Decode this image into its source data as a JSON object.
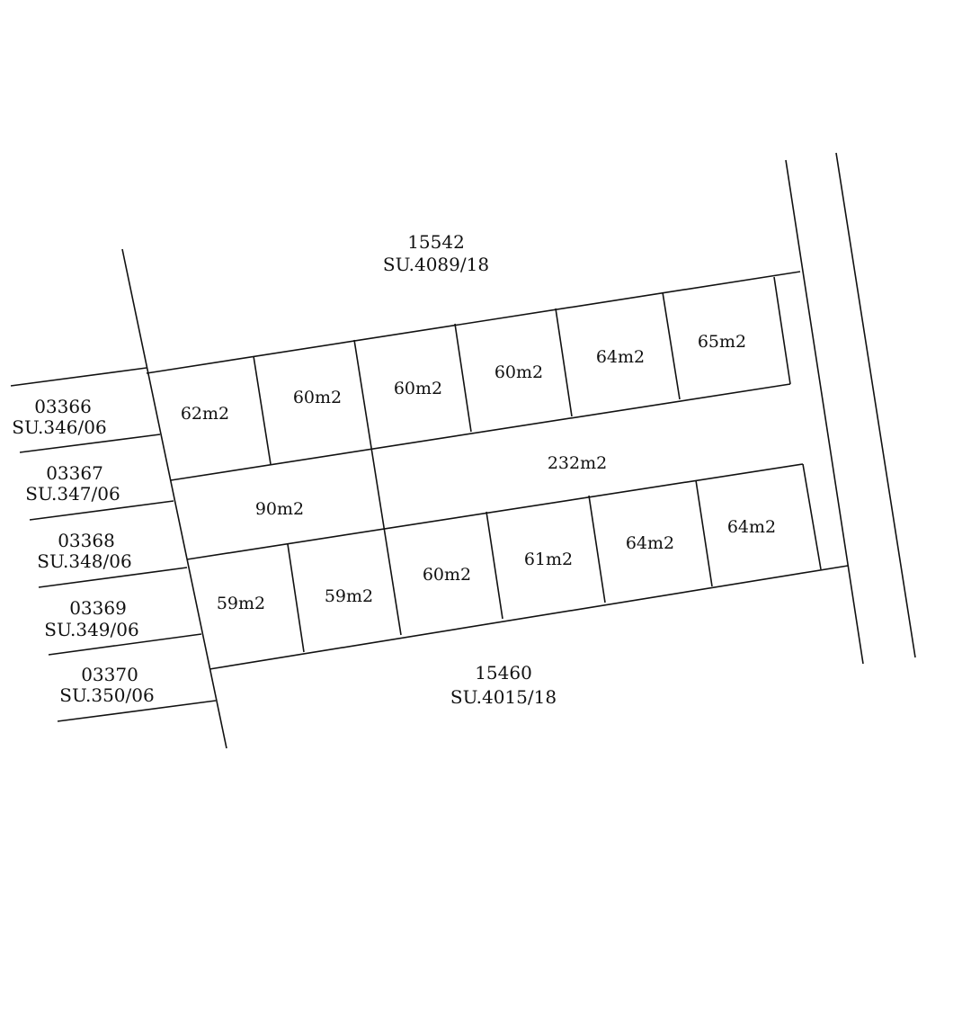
{
  "neighbors": {
    "north": {
      "id": "15542",
      "cert": "SU.4089/18"
    },
    "south": {
      "id": "15460",
      "cert": "SU.4015/18"
    },
    "west": [
      {
        "id": "03366",
        "cert": "SU.346/06"
      },
      {
        "id": "03367",
        "cert": "SU.347/06"
      },
      {
        "id": "03368",
        "cert": "SU.348/06"
      },
      {
        "id": "03369",
        "cert": "SU.349/06"
      },
      {
        "id": "03370",
        "cert": "SU.350/06"
      }
    ]
  },
  "plots": {
    "top_row": [
      "62m2",
      "60m2",
      "60m2",
      "60m2",
      "64m2",
      "65m2"
    ],
    "middle": {
      "corner": "90m2",
      "road": "232m2"
    },
    "bottom_row": [
      "59m2",
      "59m2",
      "60m2",
      "61m2",
      "64m2",
      "64m2"
    ]
  },
  "colors": {
    "line": "#111111",
    "background": "#ffffff"
  }
}
